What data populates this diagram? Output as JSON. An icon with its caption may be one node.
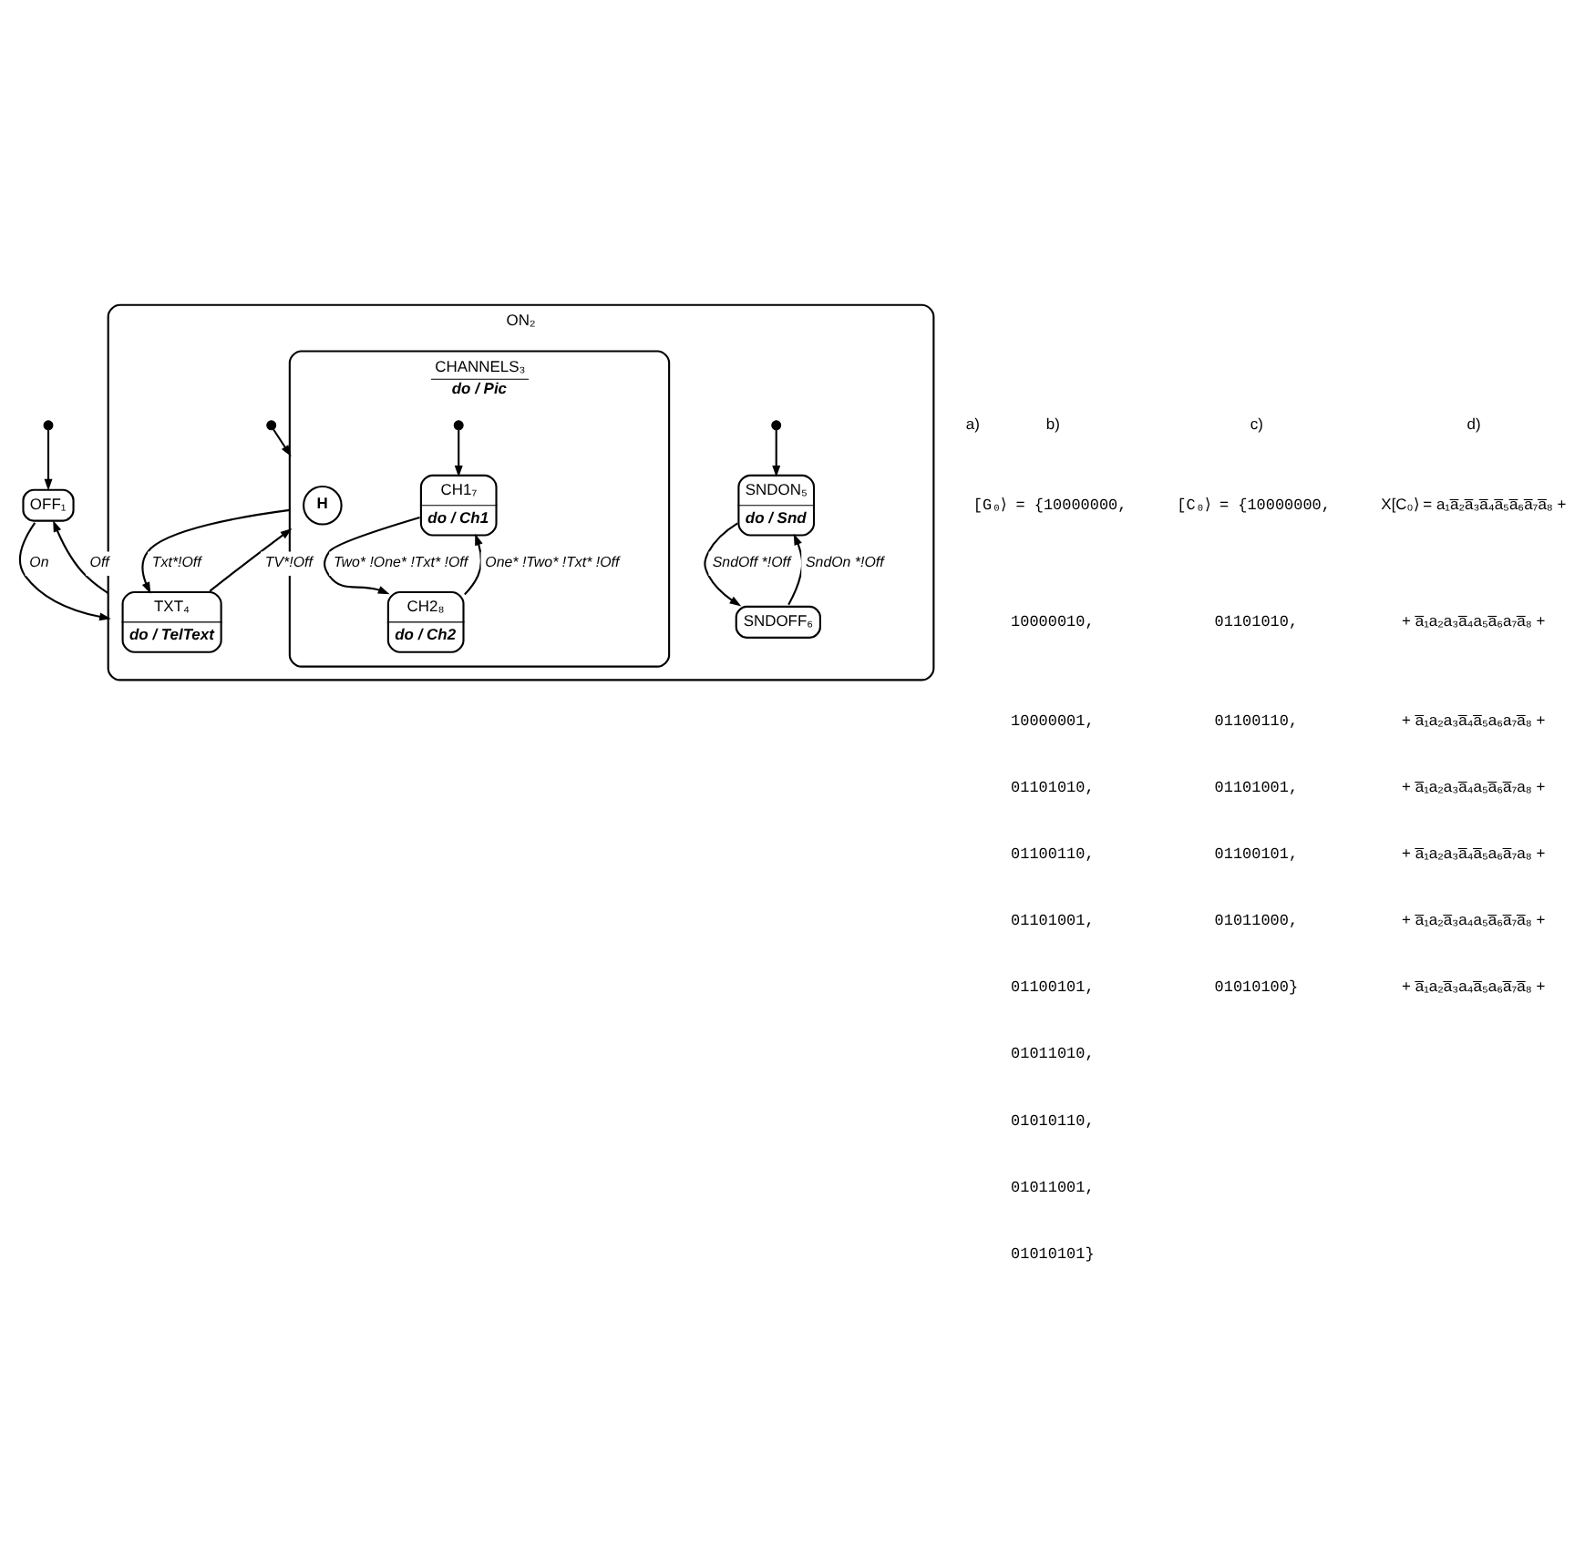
{
  "diagram": {
    "nodes": [
      {
        "text": [],
        "shape": "circle"
      },
      {
        "text": [
          "OFF₁"
        ]
      },
      {
        "text": [
          "ON₂"
        ]
      },
      {
        "text": [
          "CHANNELS₃",
          "do / Pic"
        ],
        "in": 2
      },
      {
        "text": [],
        "shape": "circle",
        "in": 2
      },
      {
        "text": [
          "H"
        ],
        "in": 3
      },
      {
        "text": [
          "CH1₇",
          "do / Ch1"
        ],
        "in": 3
      },
      {
        "text": [],
        "shape": "circle",
        "in": 3
      },
      {
        "text": [
          "CH2₈",
          "do / Ch2"
        ],
        "in": 3
      },
      {
        "text": [
          "TXT₄",
          "do / TelText"
        ],
        "in": 2
      },
      {
        "text": [],
        "shape": "circle",
        "in": 2
      },
      {
        "text": [
          "SNDON₅",
          "do / Snd"
        ],
        "in": 2
      },
      {
        "text": [
          "SNDOFF₆"
        ],
        "in": 2
      }
    ],
    "edges": [
      {
        "from": 0,
        "to": 1,
        "arrow": "to"
      },
      {
        "from": 1,
        "to": 2,
        "arrow": "to",
        "label": "On"
      },
      {
        "from": 2,
        "to": 1,
        "arrow": "to",
        "label": "Off"
      },
      {
        "from": 4,
        "to": 3,
        "arrow": "to"
      },
      {
        "from": 7,
        "to": 6,
        "arrow": "to"
      },
      {
        "from": 6,
        "to": 8,
        "arrow": "to",
        "label": "Two* !One* !Txt* !Off"
      },
      {
        "from": 8,
        "to": 6,
        "arrow": "to",
        "label": "One* !Two* !Txt* !Off"
      },
      {
        "from": 3,
        "to": 9,
        "arrow": "to",
        "label": "Txt*!Off"
      },
      {
        "from": 9,
        "to": 3,
        "arrow": "to",
        "label": "TV*!Off"
      },
      {
        "from": 10,
        "to": 11,
        "arrow": "to"
      },
      {
        "from": 11,
        "to": 12,
        "arrow": "to",
        "label": "SndOff *!Off"
      },
      {
        "from": 12,
        "to": 11,
        "arrow": "to",
        "label": "SndOn *!Off"
      }
    ],
    "labels": [
      "a)",
      "b)",
      "[G₀⟩ = {10000000,",
      "10000010,",
      "10000001,",
      "01101010,",
      "01100110,",
      "01101001,",
      "01100101,",
      "01011010,",
      "01010110,",
      "01011001,",
      "01010101}",
      "c)",
      "[C₀⟩ = {10000000,",
      "01101010,",
      "01100110,",
      "01101001,",
      "01100101,",
      "01011000,",
      "01010100}",
      "d)",
      "X[C₀⟩ = a₁a̅₂a̅₃a̅₄a̅₅a̅₆a̅₇a̅₈ +",
      "+ a̅₁a₂a₃a̅₄a₅a̅₆a₇a̅₈ +",
      "+ a̅₁a₂a₃a̅₄a̅₅a₆a₇a̅₈ +",
      "+ a̅₁a₂a₃a̅₄a₅a̅₆a̅₇a₈ +",
      "+ a̅₁a₂a₃a̅₄a̅₅a₆a̅₇a₈ +",
      "+ a̅₁a₂a̅₃a₄a₅a̅₆a̅₇a̅₈ +",
      "+ a̅₁a₂a̅₃a₄a̅₅a₆a̅₇a̅₈ +"
    ]
  }
}
